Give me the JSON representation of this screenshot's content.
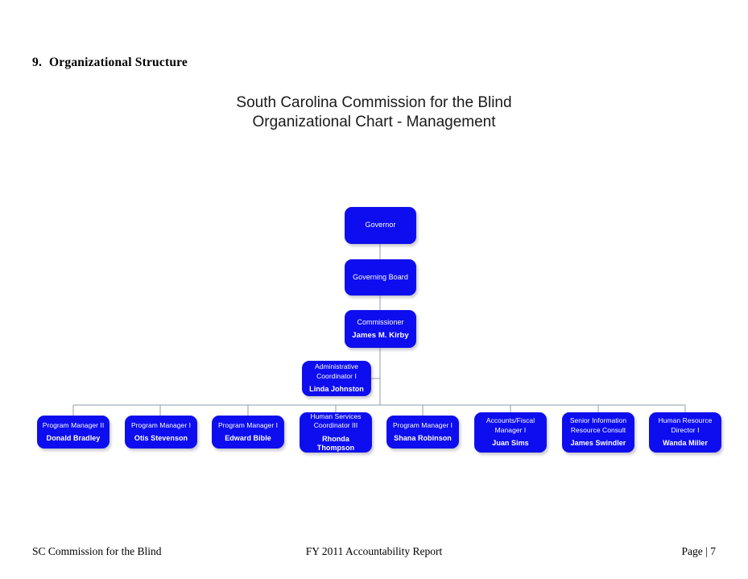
{
  "page": {
    "heading_number": "9.",
    "heading_text": "Organizational Structure"
  },
  "chart": {
    "title_line1": "South Carolina Commission for the Blind",
    "title_line2": "Organizational Chart - Management",
    "node_fill_color": "#0D0DF0",
    "node_text_color": "#FFFFFF",
    "connector_color": "#8E9CA8"
  },
  "chart_data": {
    "type": "diagram",
    "title": "South Carolina Commission for the Blind Organizational Chart - Management",
    "nodes": [
      {
        "id": "governor",
        "title": "Governor",
        "person": ""
      },
      {
        "id": "board",
        "title": "Governing Board",
        "person": ""
      },
      {
        "id": "commissioner",
        "title": "Commissioner",
        "person": "James M. Kirby"
      },
      {
        "id": "admin",
        "title": "Administrative Coordinator I",
        "person": "Linda Johnston"
      },
      {
        "id": "pm2",
        "title": "Program Manager II",
        "person": "Donald Bradley"
      },
      {
        "id": "pm1a",
        "title": "Program Manager I",
        "person": "Otis Stevenson"
      },
      {
        "id": "pm1b",
        "title": "Program Manager I",
        "person": "Edward Bible"
      },
      {
        "id": "hsc3",
        "title": "Human Services Coordinator III",
        "person": "Rhonda Thompson"
      },
      {
        "id": "pm1c",
        "title": "Program Manager I",
        "person": "Shana Robinson"
      },
      {
        "id": "fiscal",
        "title": "Accounts/Fiscal Manager I",
        "person": "Juan Sims"
      },
      {
        "id": "sirc",
        "title": "Senior Information Resource Consult",
        "person": "James Swindler"
      },
      {
        "id": "hrd",
        "title": "Human Resource Director I",
        "person": "Wanda Miller"
      }
    ],
    "edges": [
      [
        "governor",
        "board"
      ],
      [
        "board",
        "commissioner"
      ],
      [
        "commissioner",
        "admin"
      ],
      [
        "commissioner",
        "pm2"
      ],
      [
        "commissioner",
        "pm1a"
      ],
      [
        "commissioner",
        "pm1b"
      ],
      [
        "commissioner",
        "hsc3"
      ],
      [
        "commissioner",
        "pm1c"
      ],
      [
        "commissioner",
        "fiscal"
      ],
      [
        "commissioner",
        "sirc"
      ],
      [
        "commissioner",
        "hrd"
      ]
    ]
  },
  "boxes": {
    "governor": {
      "line1": "Governor",
      "line2": "",
      "person": ""
    },
    "board": {
      "line1": "Governing Board",
      "line2": "",
      "person": ""
    },
    "commissioner": {
      "line1": "Commissioner",
      "line2": "",
      "person": "James M. Kirby"
    },
    "admin": {
      "line1": "Administrative",
      "line2": "Coordinator I",
      "person": "Linda Johnston"
    },
    "pm2": {
      "line1": "Program Manager II",
      "line2": "",
      "person": "Donald Bradley"
    },
    "pm1a": {
      "line1": "Program Manager I",
      "line2": "",
      "person": "Otis Stevenson"
    },
    "pm1b": {
      "line1": "Program Manager I",
      "line2": "",
      "person": "Edward Bible"
    },
    "hsc3": {
      "line1": "Human Services",
      "line2": "Coordinator III",
      "person": "Rhonda Thompson"
    },
    "pm1c": {
      "line1": "Program Manager I",
      "line2": "",
      "person": "Shana Robinson"
    },
    "fiscal": {
      "line1": "Accounts/Fiscal",
      "line2": "Manager I",
      "person": "Juan Sims"
    },
    "sirc": {
      "line1": "Senior Information",
      "line2": "Resource Consult",
      "person": "James Swindler"
    },
    "hrd": {
      "line1": "Human Resource",
      "line2": "Director I",
      "person": "Wanda Miller"
    }
  },
  "footer": {
    "left": "SC Commission for the Blind",
    "center": "FY 2011 Accountability Report",
    "right": "Page | 7"
  }
}
